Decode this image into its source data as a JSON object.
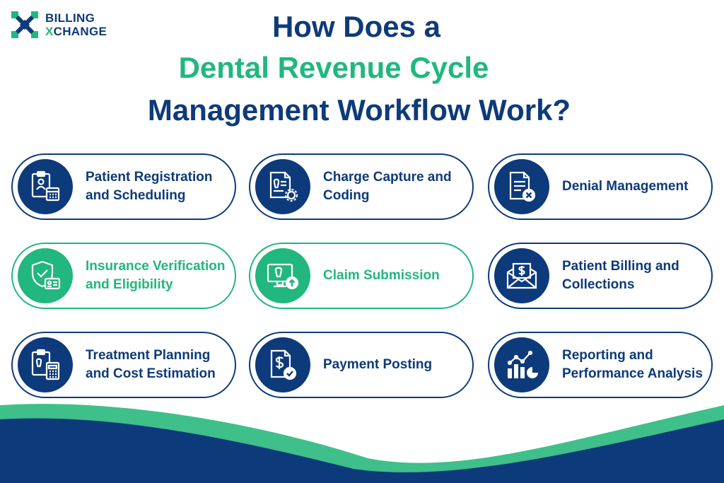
{
  "brand": {
    "line1": "BILLING",
    "line2_x": "X",
    "line2_rest": "CHANGE"
  },
  "title": {
    "line1": "How Does a",
    "line2": "Dental Revenue Cycle",
    "line3": "Management Workflow Work?"
  },
  "colors": {
    "navy": "#0d3a7a",
    "green": "#21b77e"
  },
  "steps": [
    {
      "label": "Patient Registration and Scheduling",
      "icon": "clipboard-calendar-icon",
      "accent": "navy"
    },
    {
      "label": "Charge Capture and Coding",
      "icon": "document-gear-icon",
      "accent": "navy"
    },
    {
      "label": "Denial Management",
      "icon": "document-x-icon",
      "accent": "navy"
    },
    {
      "label": "Insurance Verification and Eligibility",
      "icon": "shield-check-id-icon",
      "accent": "green"
    },
    {
      "label": "Claim Submission",
      "icon": "monitor-tooth-upload-icon",
      "accent": "green"
    },
    {
      "label": "Patient Billing and Collections",
      "icon": "envelope-invoice-icon",
      "accent": "navy"
    },
    {
      "label": "Treatment Planning and Cost Estimation",
      "icon": "clipboard-calculator-icon",
      "accent": "navy"
    },
    {
      "label": "Payment Posting",
      "icon": "dollar-document-check-icon",
      "accent": "navy"
    },
    {
      "label": "Reporting and Performance Analysis",
      "icon": "bar-chart-pie-icon",
      "accent": "navy"
    }
  ]
}
